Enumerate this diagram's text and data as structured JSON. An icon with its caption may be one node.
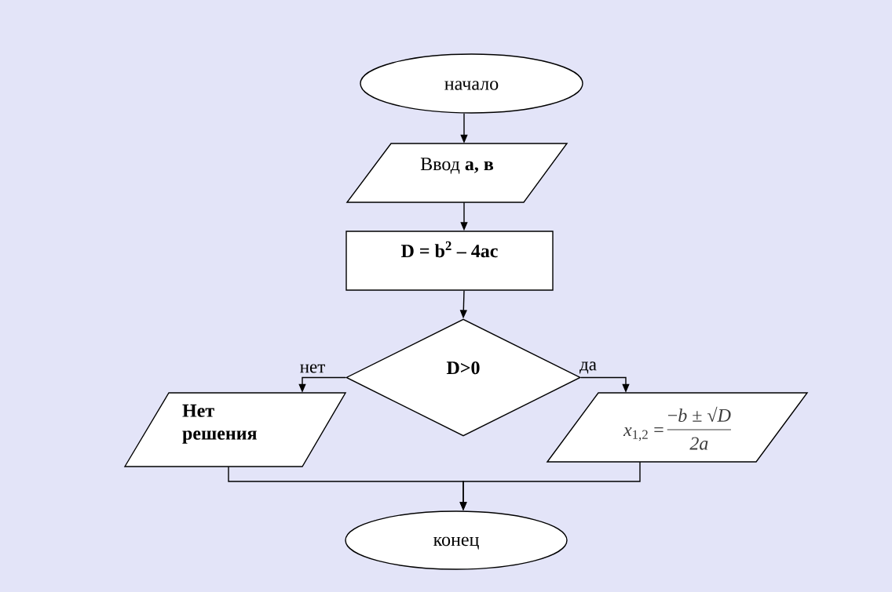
{
  "diagram": {
    "nodes": [
      {
        "text": [
          "начало"
        ]
      },
      {
        "text": [
          "Ввод **а, в**"
        ]
      },
      {
        "text": [
          "D = b$^{2}$ – 4ac"
        ]
      },
      {
        "text": [
          "D>0"
        ]
      },
      {
        "text": [
          "Нет решения"
        ]
      },
      {
        "text": [
          "*x*$_{1,2}$ =",
          "−*b* ± √*D*",
          "2a"
        ]
      },
      {
        "text": [
          "конец"
        ]
      }
    ],
    "edges": [
      {
        "from": 0,
        "to": 1,
        "arrow": "to"
      },
      {
        "from": 1,
        "to": 2,
        "arrow": "to"
      },
      {
        "from": 2,
        "to": 3,
        "arrow": "to"
      },
      {
        "from": 3,
        "to": 4,
        "arrow": "to",
        "label": "нет"
      },
      {
        "from": 3,
        "to": 5,
        "arrow": "to",
        "label": "да"
      },
      {
        "from": 4,
        "to": 6,
        "arrow": "to"
      },
      {
        "from": 5,
        "to": 6,
        "arrow": "to"
      }
    ]
  }
}
